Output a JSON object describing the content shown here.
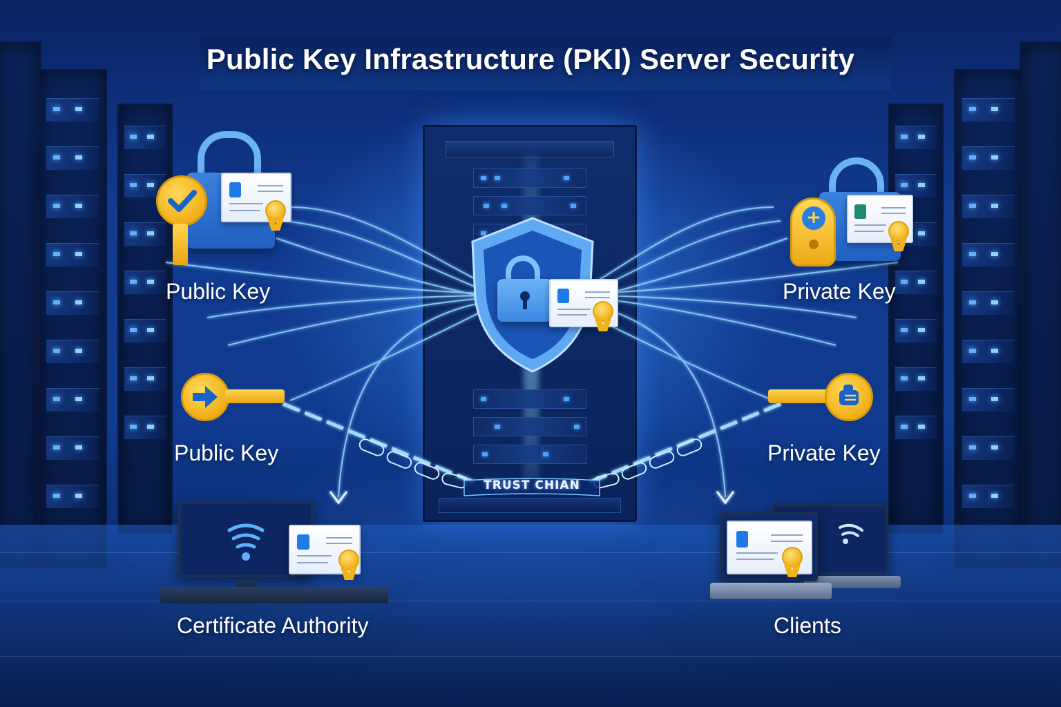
{
  "title": "Public Key Infrastructure (PKI) Server Security",
  "center": {
    "name": "server-rack",
    "icon": "shield-lock-certificate-icon",
    "chain_label": "TRUST CHIAN"
  },
  "nodes": [
    {
      "id": "public-key-top",
      "label": "Public Key",
      "icon": "padlock-key-check-certificate-icon",
      "position": "top-left"
    },
    {
      "id": "private-key-top",
      "label": "Private Key",
      "icon": "padlock-fob-certificate-icon",
      "position": "top-right"
    },
    {
      "id": "public-key-bottom",
      "label": "Public Key",
      "icon": "key-arrow-icon",
      "position": "middle-left"
    },
    {
      "id": "private-key-bottom",
      "label": "Private Key",
      "icon": "key-hand-icon",
      "position": "middle-right"
    },
    {
      "id": "certificate-authority",
      "label": "Certificate Authority",
      "icon": "desktop-wifi-certificate-icon",
      "position": "bottom-left"
    },
    {
      "id": "clients",
      "label": "Clients",
      "icon": "laptops-wifi-certificate-icon",
      "position": "bottom-right"
    }
  ],
  "colors": {
    "background_dark": "#071a4a",
    "background_mid": "#113a8f",
    "glow": "#6cc0ff",
    "key_gold": "#f0ad14",
    "lock_blue": "#2f74d6",
    "text": "#ffffff"
  }
}
